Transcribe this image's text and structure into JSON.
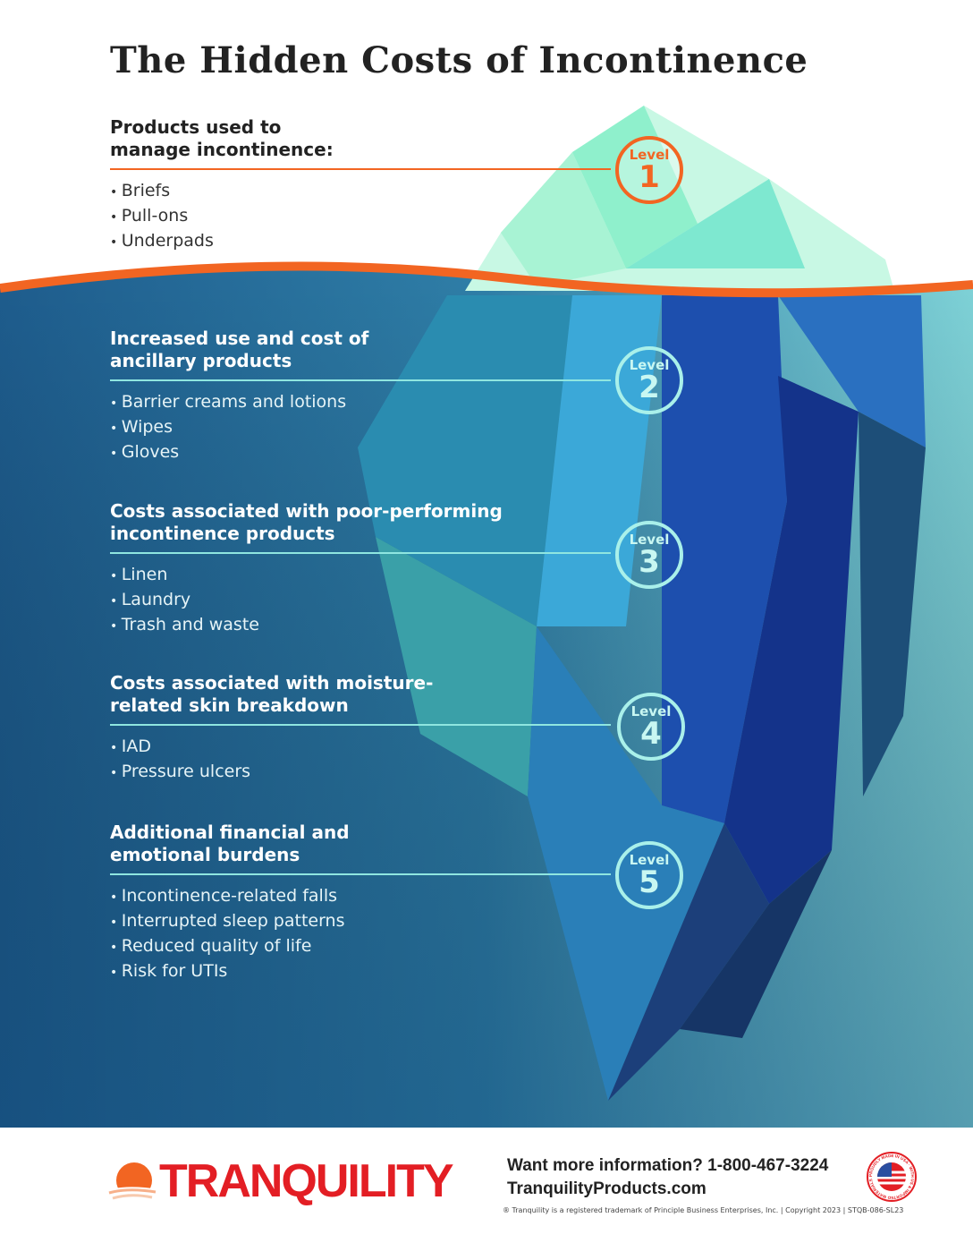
{
  "title": "The Hidden Costs of Incontinence",
  "levels": [
    {
      "word": "Level",
      "num": "1",
      "heading": "Products used to manage incontinence:",
      "items": [
        "Briefs",
        "Pull-ons",
        "Underpads"
      ]
    },
    {
      "word": "Level",
      "num": "2",
      "heading": "Increased use and cost of ancillary products",
      "items": [
        "Barrier creams and lotions",
        "Wipes",
        "Gloves"
      ]
    },
    {
      "word": "Level",
      "num": "3",
      "heading": "Costs associated with poor-performing incontinence products",
      "items": [
        "Linen",
        "Laundry",
        "Trash and waste"
      ]
    },
    {
      "word": "Level",
      "num": "4",
      "heading": "Costs associated with moisture-related skin breakdown",
      "items": [
        "IAD",
        "Pressure ulcers"
      ]
    },
    {
      "word": "Level",
      "num": "5",
      "heading": "Additional financial and emotional burdens",
      "items": [
        "Incontinence-related falls",
        "Interrupted sleep patterns",
        "Reduced quality of life",
        "Risk for UTIs"
      ]
    }
  ],
  "footer": {
    "logo": "TRANQUILITY",
    "info_line": "Want more information? 1-800-467-3224",
    "website": "TranquilityProducts.com",
    "fine_print": "® Tranquility is a registered trademark of Principle Business Enterprises, Inc.  |  Copyright 2023  |  STQB-086-SL23",
    "badge": "PROUDLY MADE IN USA · WITH US & IMPORTED MATERIALS"
  },
  "colors": {
    "orange": "#f26522",
    "red": "#e31e24",
    "deep": "#1d5a8a"
  }
}
